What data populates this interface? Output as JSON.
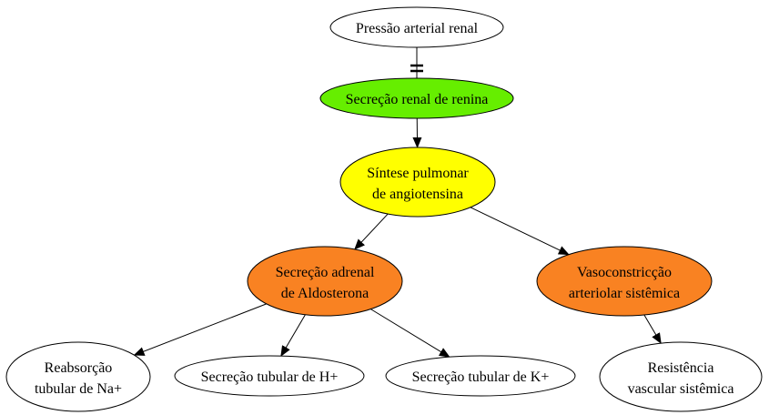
{
  "nodes": {
    "pressao": {
      "lines": [
        "Pressão arterial renal"
      ],
      "color": "#ffffff"
    },
    "renina": {
      "lines": [
        "Secreção renal de renina"
      ],
      "color": "#66ee00"
    },
    "angiotensina": {
      "lines": [
        "Síntese pulmonar",
        "de angiotensina"
      ],
      "color": "#ffff00"
    },
    "aldosterona": {
      "lines": [
        "Secreção adrenal",
        "de Aldosterona"
      ],
      "color": "#f98222"
    },
    "vasoconstricao": {
      "lines": [
        "Vasoconstricção",
        "arteriolar sistêmica"
      ],
      "color": "#f98222"
    },
    "reabsorcao": {
      "lines": [
        "Reabsorção",
        "tubular de Na+"
      ],
      "color": "#ffffff"
    },
    "secrecao_h": {
      "lines": [
        "Secreção tubular de H+"
      ],
      "color": "#ffffff"
    },
    "secrecao_k": {
      "lines": [
        "Secreção tubular de K+"
      ],
      "color": "#ffffff"
    },
    "resistencia": {
      "lines": [
        "Resistência",
        "vascular sistêmica"
      ],
      "color": "#ffffff"
    }
  },
  "edges": [
    {
      "from": "pressao",
      "to": "renina",
      "kind": "inhibit"
    },
    {
      "from": "renina",
      "to": "angiotensina",
      "kind": "activate"
    },
    {
      "from": "angiotensina",
      "to": "aldosterona",
      "kind": "activate"
    },
    {
      "from": "angiotensina",
      "to": "vasoconstricao",
      "kind": "activate"
    },
    {
      "from": "aldosterona",
      "to": "reabsorcao",
      "kind": "activate"
    },
    {
      "from": "aldosterona",
      "to": "secrecao_h",
      "kind": "activate"
    },
    {
      "from": "aldosterona",
      "to": "secrecao_k",
      "kind": "activate"
    },
    {
      "from": "vasoconstricao",
      "to": "resistencia",
      "kind": "activate"
    }
  ]
}
